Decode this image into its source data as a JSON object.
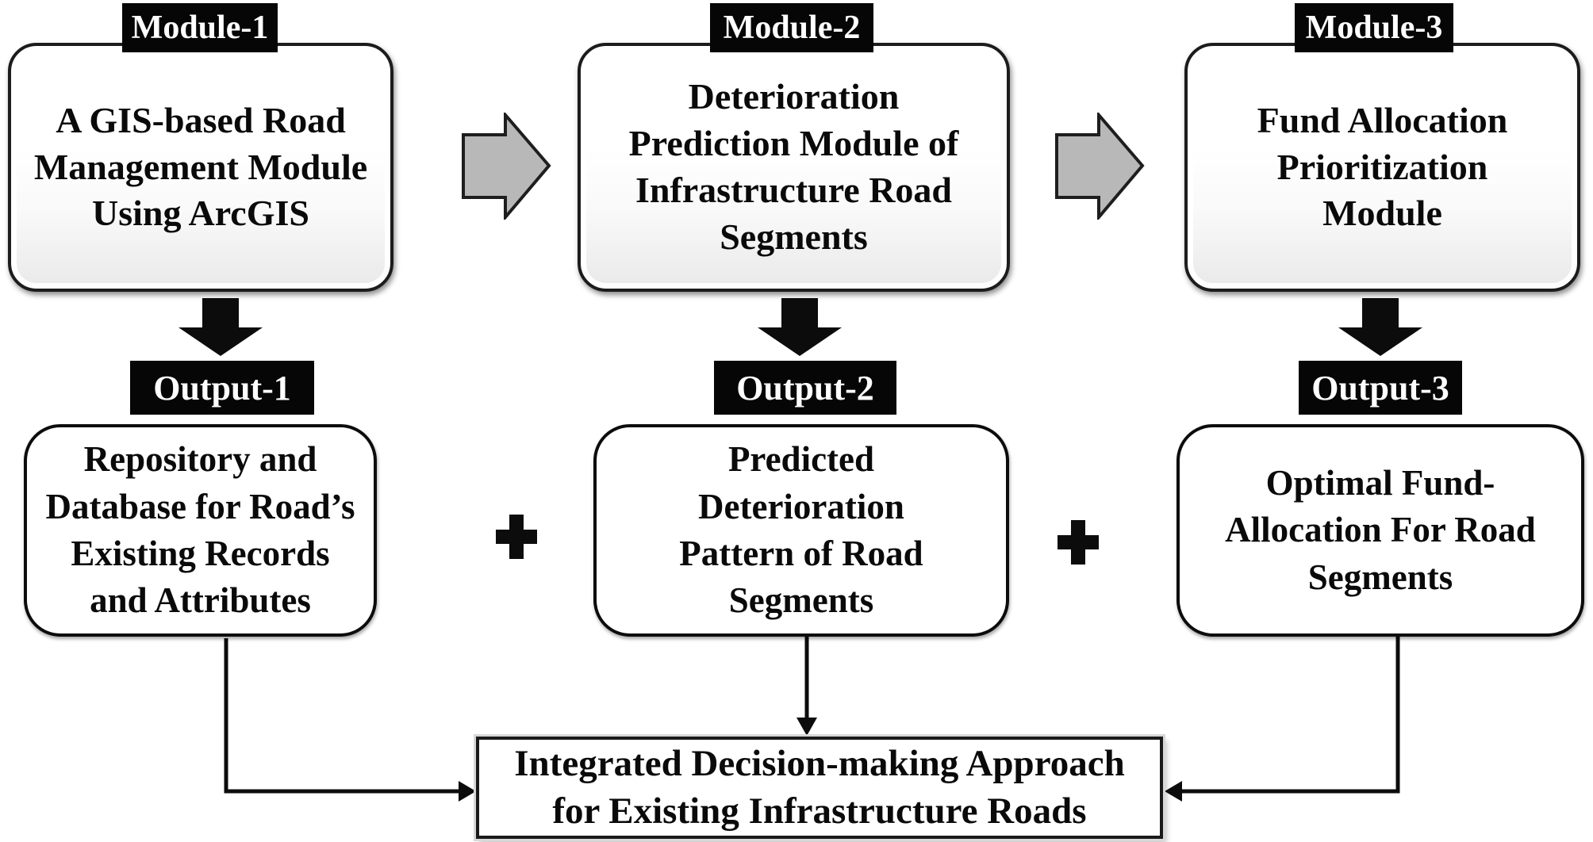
{
  "diagram": {
    "modules": [
      {
        "tag": "Module-1",
        "text": "A GIS-based Road\nManagement Module\nUsing ArcGIS"
      },
      {
        "tag": "Module-2",
        "text": "Deterioration\nPrediction Module of\nInfrastructure Road\nSegments"
      },
      {
        "tag": "Module-3",
        "text": "Fund Allocation\nPrioritization\nModule"
      }
    ],
    "outputs": [
      {
        "tag": "Output-1",
        "text": "Repository and\nDatabase for Road’s\nExisting Records\nand Attributes"
      },
      {
        "tag": "Output-2",
        "text": "Predicted\nDeterioration\nPattern of Road\nSegments"
      },
      {
        "tag": "Output-3",
        "text": "Optimal Fund-\nAllocation For Road\nSegments"
      }
    ],
    "final_box": {
      "text": "Integrated Decision-making Approach\nfor Existing Infrastructure Roads"
    },
    "operators": {
      "plus": "✚"
    },
    "icons": {
      "flow_arrow": "right-block-arrow",
      "down_arrow": "down-block-arrow",
      "connector": "elbow-arrow-line"
    },
    "colors": {
      "background": "#ffffff",
      "tag_bg": "#060606",
      "tag_text": "#ffffff",
      "box_border": "#1c1c1c",
      "box_fill_top": "#ffffff",
      "box_fill_bottom": "#e9e9e9",
      "text": "#0a0a0a",
      "gray_arrow_fill": "#b8b8b8",
      "gray_arrow_border": "#1e1e1e",
      "black_arrow": "#0c0c0c"
    }
  }
}
